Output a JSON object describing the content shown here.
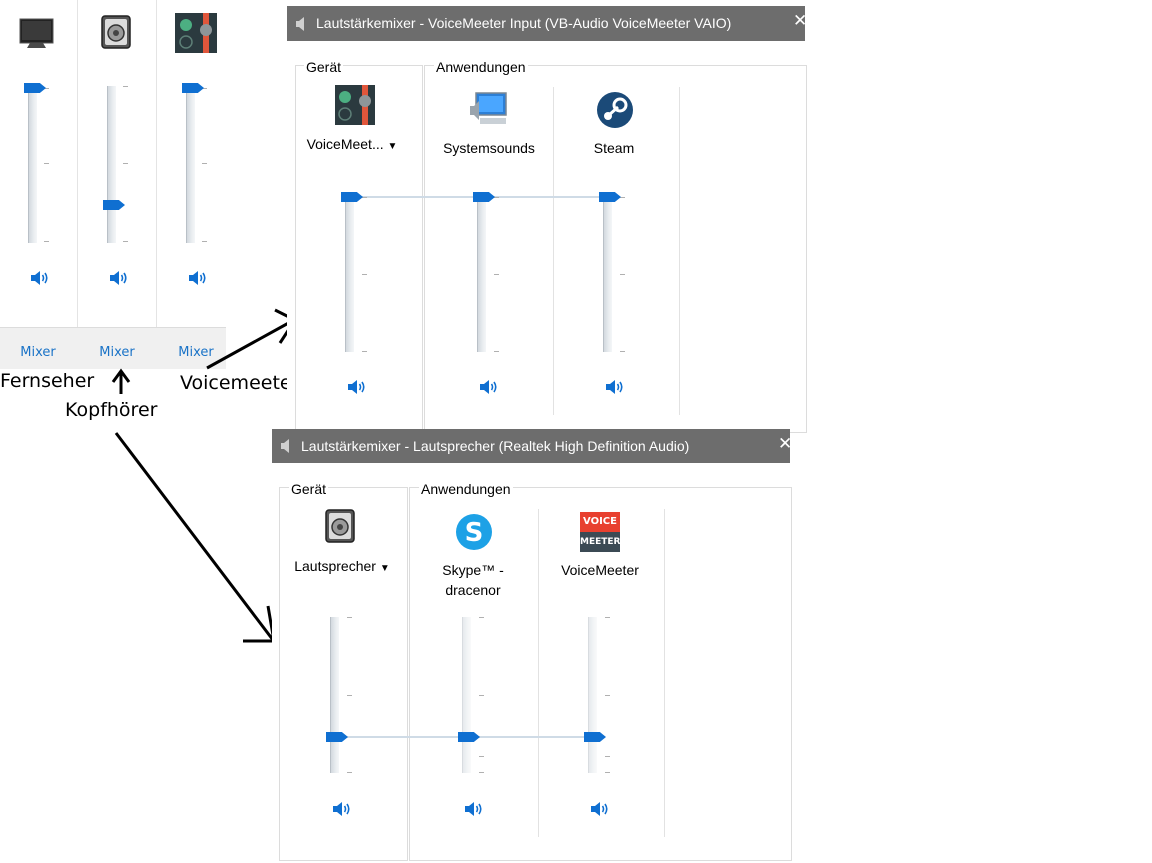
{
  "playback_strip": {
    "devices": [
      {
        "icon": "monitor-icon",
        "mixer_label": "Mixer",
        "volume_fraction": 1.0
      },
      {
        "icon": "speaker-box-icon",
        "mixer_label": "Mixer",
        "volume_fraction": 0.25
      },
      {
        "icon": "voicemeeter-icon",
        "mixer_label": "Mixer",
        "volume_fraction": 1.0
      }
    ]
  },
  "annotations": {
    "fernseher": "Fernseher",
    "kopfhoerer": "Kopfhörer",
    "voicemeeter": "Voicemeeter"
  },
  "mixer_input": {
    "title": "Lautstärkemixer - VoiceMeeter Input (VB-Audio VoiceMeeter VAIO)",
    "close_glyph": "✕",
    "device_group_label": "Gerät",
    "apps_group_label": "Anwendungen",
    "device": {
      "name": "VoiceMeet...",
      "volume_fraction": 1.0
    },
    "apps": [
      {
        "name": "Systemsounds",
        "volume_fraction": 1.0
      },
      {
        "name": "Steam",
        "volume_fraction": 1.0
      }
    ]
  },
  "mixer_speakers": {
    "title": "Lautstärkemixer - Lautsprecher (Realtek High Definition Audio)",
    "close_glyph": "✕",
    "device_group_label": "Gerät",
    "apps_group_label": "Anwendungen",
    "device": {
      "name": "Lautsprecher",
      "volume_fraction": 0.25
    },
    "apps": [
      {
        "name": "Skype™ - dracenor",
        "volume_fraction": 0.25
      },
      {
        "name": "VoiceMeeter",
        "volume_fraction": 0.25
      }
    ],
    "voicemeeter_logo_text": [
      "VOICE",
      "MEETER"
    ]
  },
  "colors": {
    "accent": "#0f6fd1",
    "titlebar": "#6d6d6d",
    "link": "#1a73c7"
  }
}
